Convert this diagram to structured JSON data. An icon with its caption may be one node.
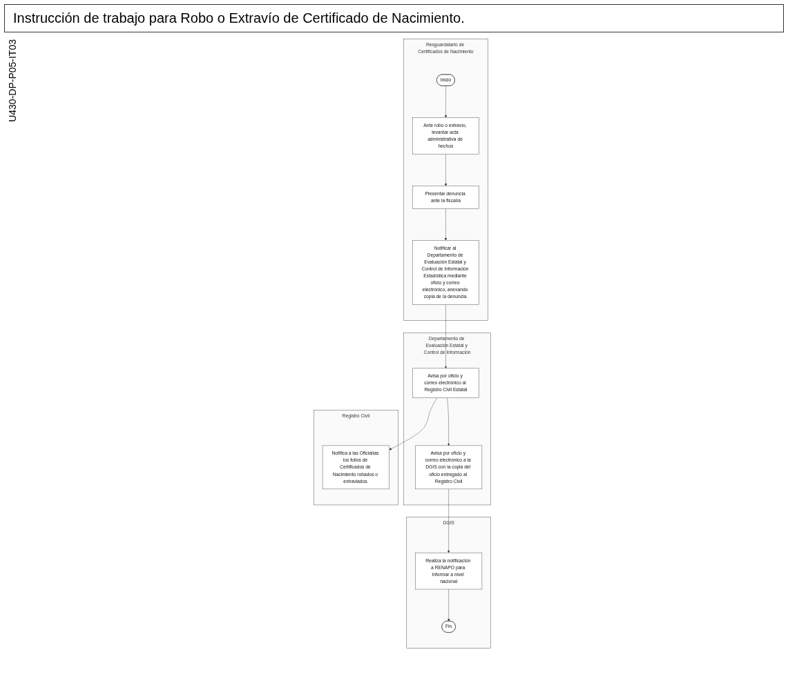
{
  "diagram": {
    "title": "Instrucción de trabajo para Robo o Extravío de Certificado de Nacimiento.",
    "nodes": [
      {
        "text": [
          "Resguardatario de Certificados de Nacimiento"
        ]
      },
      {
        "text": [
          "Inicio"
        ],
        "in": 0
      },
      {
        "text": [
          "Ante robo o extravío, levantar acta administrativa de hechos"
        ],
        "in": 0
      },
      {
        "text": [
          "Presentar denuncia ante la fiscalía"
        ],
        "in": 0
      },
      {
        "text": [
          "Notificar al Departamento de Evaluación Estatal y Control de Información Estadística mediante oficio y correo electrónico, anexando copia de la denuncia."
        ],
        "in": 0
      },
      {
        "text": [
          "Departamento de Evaluación Estatal y Control de Información"
        ]
      },
      {
        "text": [
          "Avisa por oficio y correo electrónico al Registro Civil Estatal"
        ],
        "in": 5
      },
      {
        "text": [
          "Avisa por oficio y correo electrónico a la DGIS con la copia del oficio entregado al Registro Civil"
        ],
        "in": 5
      },
      {
        "text": [
          "Registro Civil"
        ]
      },
      {
        "text": [
          "Notifica a las Oficialías los folios de Certificados de Nacimiento robados o extraviados."
        ],
        "in": 8
      },
      {
        "text": [
          "DGIS"
        ]
      },
      {
        "text": [
          "Realiza la notificación a RENAPO para informar a nivel nacional"
        ],
        "in": 10
      },
      {
        "text": [
          "Fin"
        ],
        "in": 10
      }
    ],
    "edges": [
      {
        "from": 1,
        "to": 2,
        "arrow": "to"
      },
      {
        "from": 2,
        "to": 3,
        "arrow": "to"
      },
      {
        "from": 3,
        "to": 4,
        "arrow": "to"
      },
      {
        "from": 4,
        "to": 6,
        "arrow": "to"
      },
      {
        "from": 6,
        "to": 9,
        "arrow": "to"
      },
      {
        "from": 6,
        "to": 7,
        "arrow": "to"
      },
      {
        "from": 7,
        "to": 11,
        "arrow": "to"
      },
      {
        "from": 11,
        "to": 12,
        "arrow": "to"
      }
    ],
    "labels": [
      "U430-DP-P05-IT03"
    ]
  }
}
